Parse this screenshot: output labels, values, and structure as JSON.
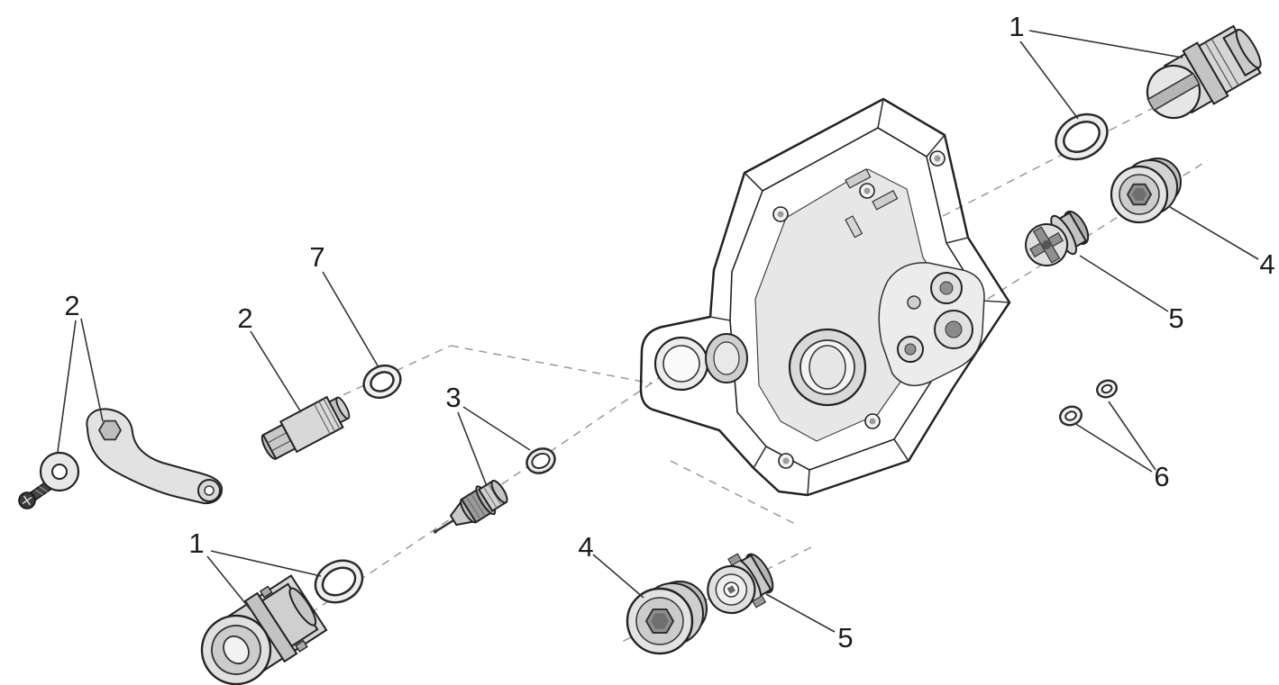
{
  "figure": {
    "kind": "exploded-view-parts-diagram",
    "subject": "pump cover housing with plugs, valves, lever and seals",
    "background_color": "#ffffff",
    "line_color": "#222222",
    "dash_color": "#999999",
    "callouts": [
      {
        "id": "1-upper",
        "label": "1",
        "part": "slotted-plug-with-o-ring"
      },
      {
        "id": "4-upper",
        "label": "4",
        "part": "hex-socket-plug"
      },
      {
        "id": "5-upper",
        "label": "5",
        "part": "valve-insert"
      },
      {
        "id": "6",
        "label": "6",
        "part": "sealing-washers"
      },
      {
        "id": "7",
        "label": "7",
        "part": "o-ring"
      },
      {
        "id": "2-fitting",
        "label": "2",
        "part": "threaded-fitting"
      },
      {
        "id": "2-lever",
        "label": "2",
        "part": "lever-with-washer-and-screw"
      },
      {
        "id": "3",
        "label": "3",
        "part": "needle-valve-with-seat-ring"
      },
      {
        "id": "1-lower",
        "label": "1",
        "part": "plug-with-o-ring"
      },
      {
        "id": "4-lower",
        "label": "4",
        "part": "hex-socket-plug"
      },
      {
        "id": "5-lower",
        "label": "5",
        "part": "valve-insert"
      }
    ]
  }
}
